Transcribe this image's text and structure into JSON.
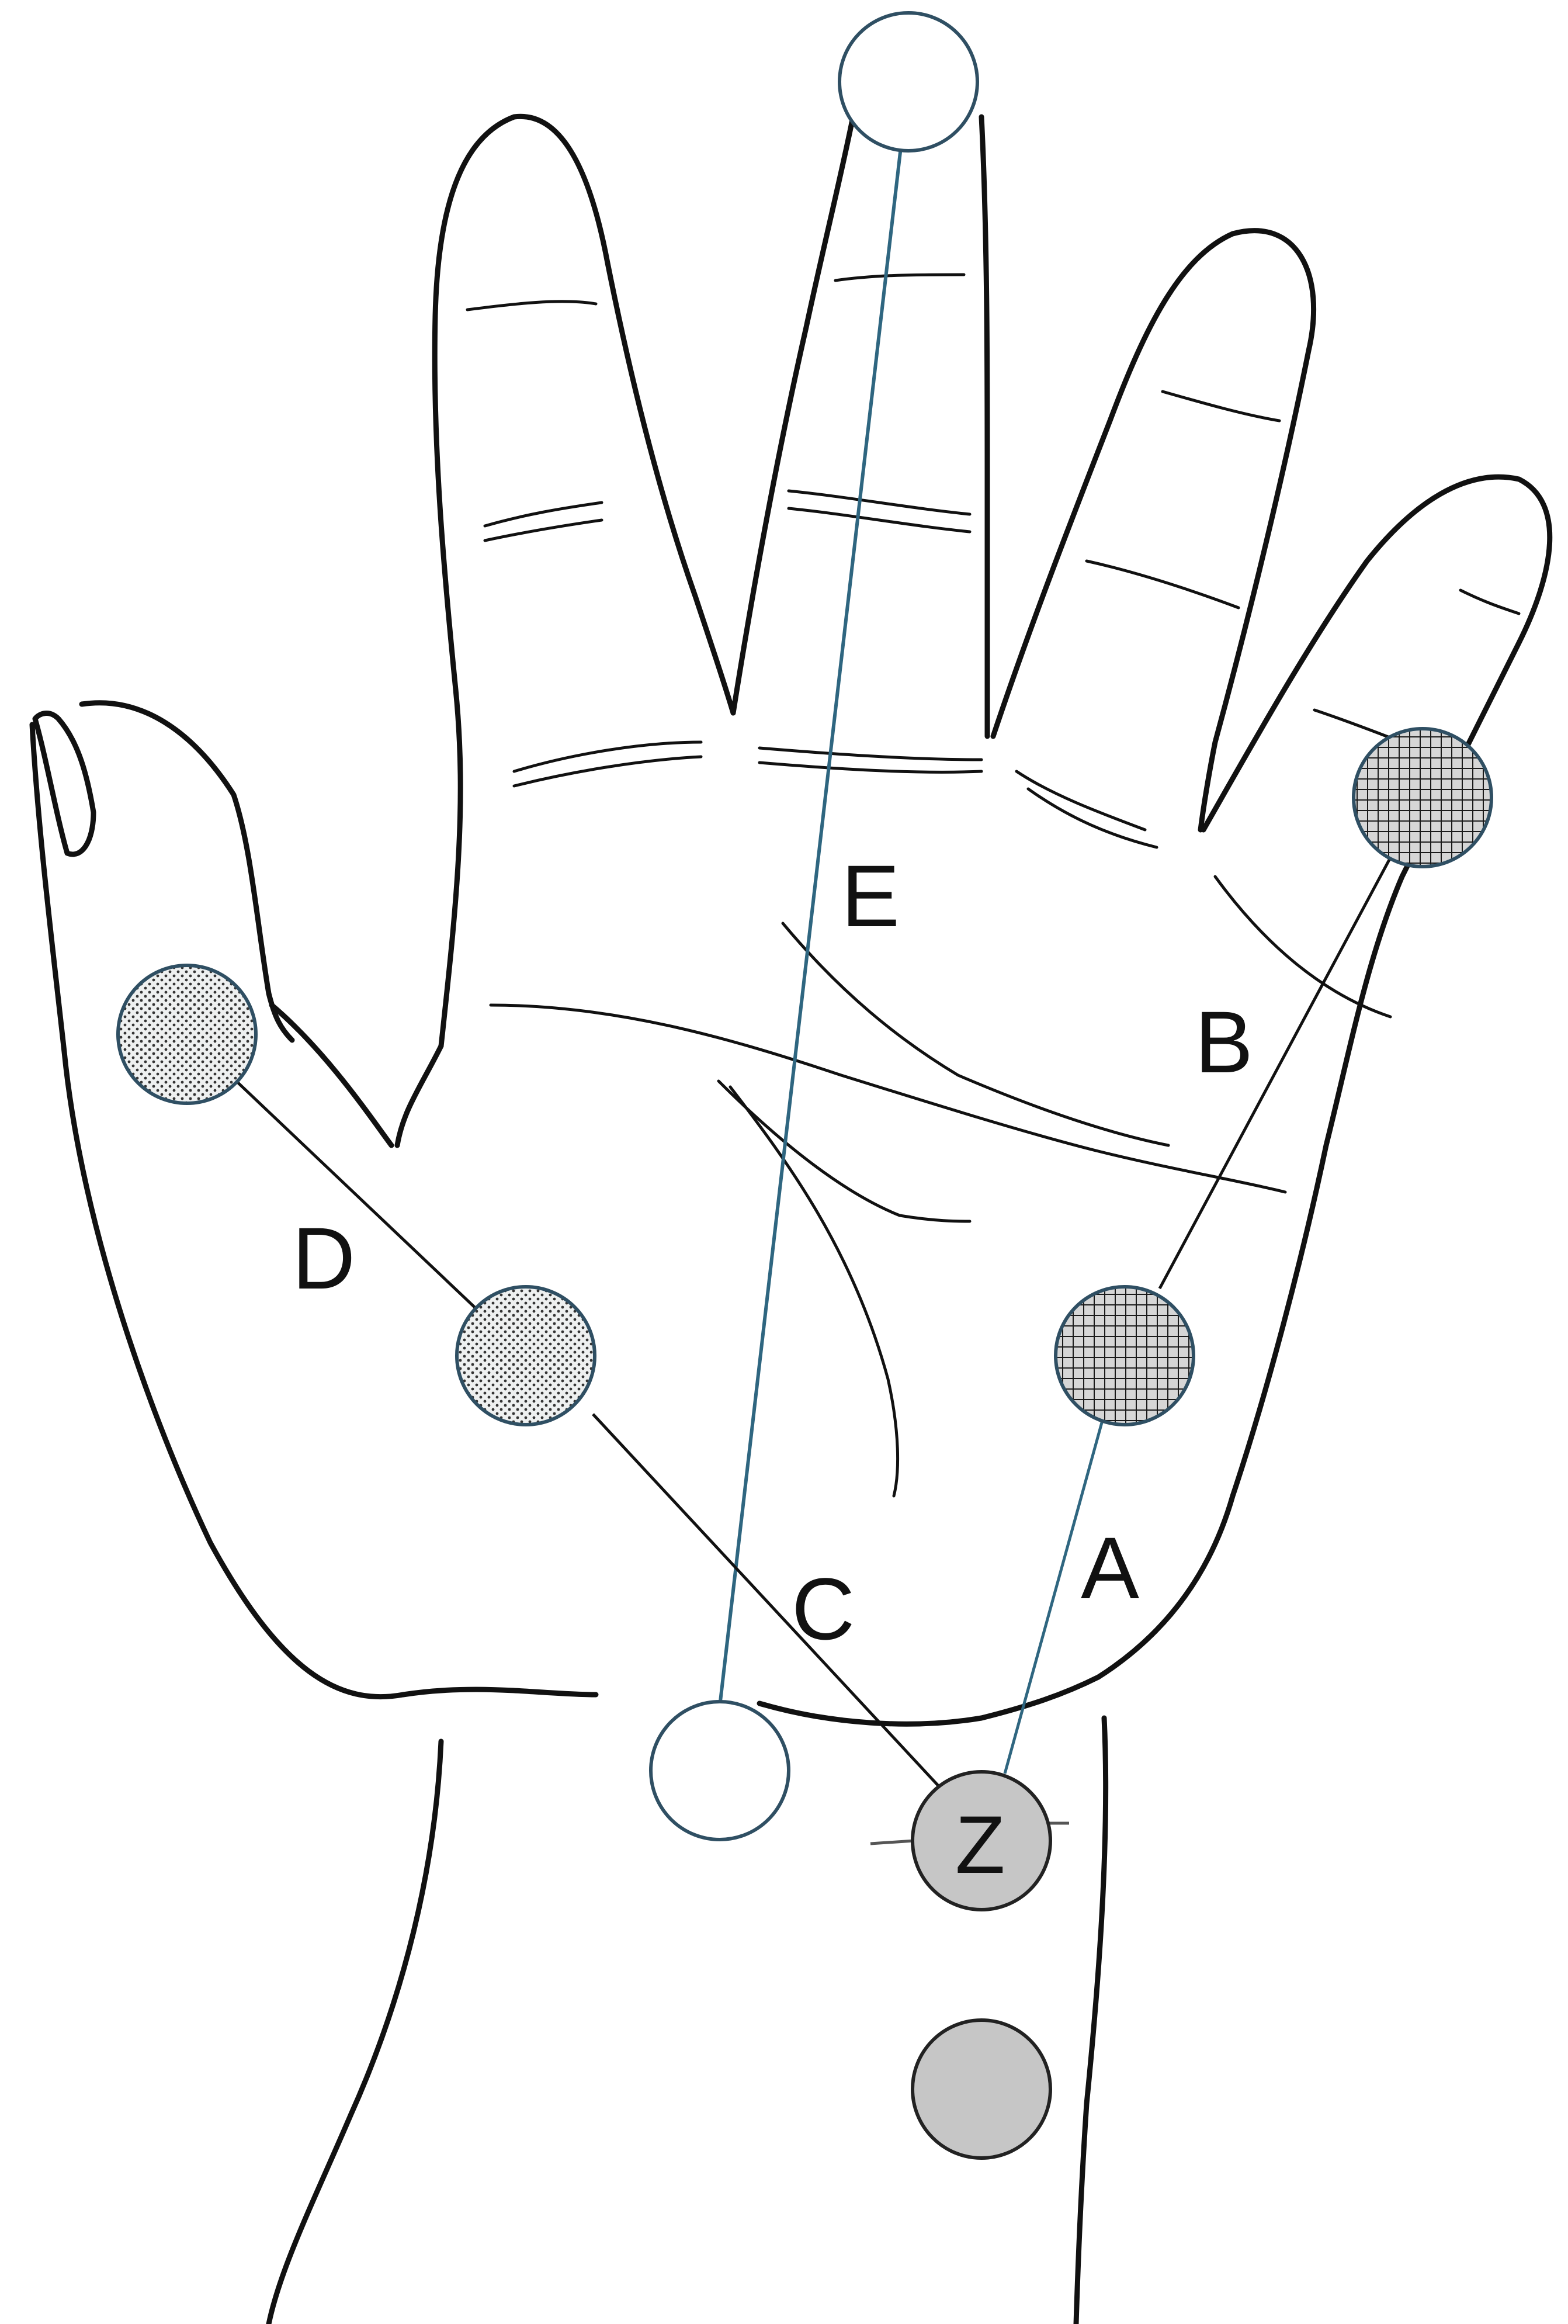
{
  "diagram": {
    "labels": {
      "e": "E",
      "b": "B",
      "d": "D",
      "a": "A",
      "c": "C",
      "z": "Z"
    },
    "colors": {
      "ink": "#111111",
      "line_e": "#2f6680",
      "ring_blue": "#2f4f63",
      "dot_fill": "#eef0f0",
      "grid_fill": "#d6d6d6",
      "grey_fill": "#c6c6c6"
    }
  }
}
